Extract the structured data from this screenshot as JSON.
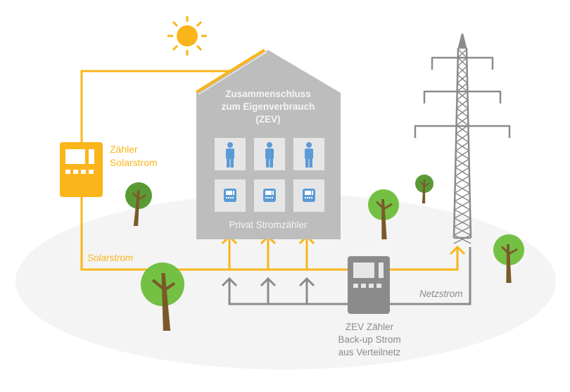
{
  "diagram": {
    "house": {
      "title_lines": [
        "Zusammenschluss",
        "zum Eigenverbrauch",
        "(ZEV)"
      ],
      "meters_label": "Privat Stromzähler",
      "units": 3
    },
    "solar_meter": {
      "label_lines": [
        "Zähler",
        "Solarstrom"
      ]
    },
    "flows": {
      "solar": "Solarstrom",
      "grid": "Netzstrom"
    },
    "zev_meter": {
      "label_lines": [
        "ZEV Zähler",
        "Back-up Strom",
        "aus Verteilnetz"
      ]
    },
    "colors": {
      "solar": "#f9b51a",
      "grid": "#8b8b8b",
      "house": "#bdbdbd",
      "panel": "#e6e6e6",
      "person": "#5b9bd5",
      "ground": "#f4f4f4",
      "tree_light": "#74c043",
      "tree_dark": "#5a9a35",
      "trunk": "#7a5a2a"
    }
  }
}
